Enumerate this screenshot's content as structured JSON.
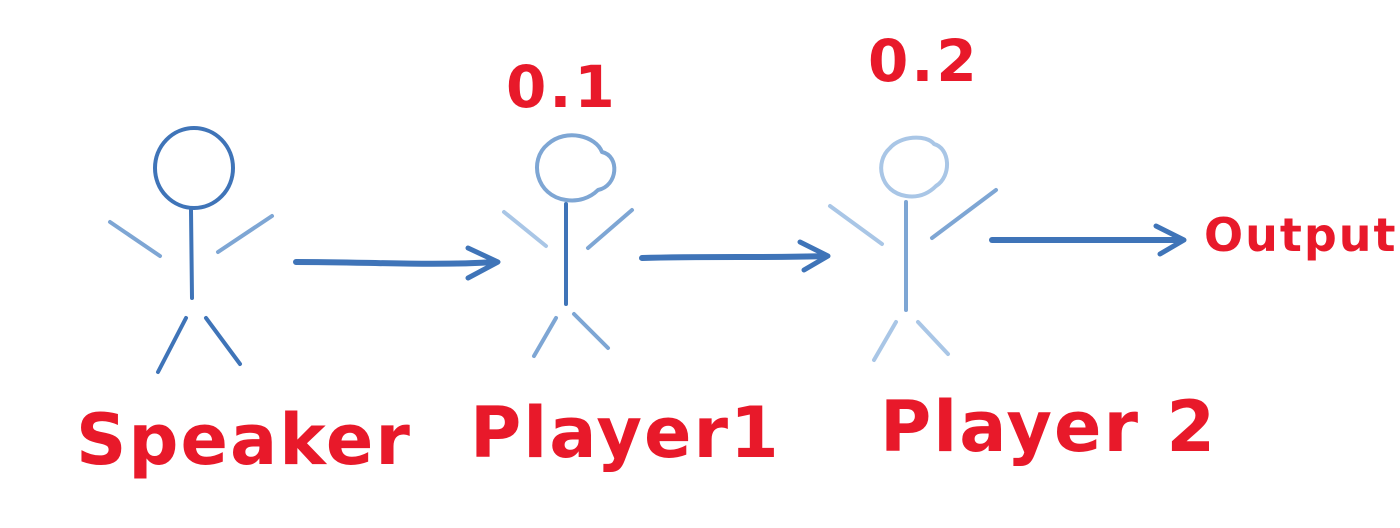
{
  "colors": {
    "ink_blue": "#3f74b8",
    "ink_blue_light": "#7ea6d4",
    "ink_blue_pale": "#a9c6e6",
    "ink_red": "#e8192a"
  },
  "nodes": [
    {
      "id": "speaker",
      "label": "Speaker",
      "probability": ""
    },
    {
      "id": "player1",
      "label": "Player1",
      "probability": "0.1"
    },
    {
      "id": "player2",
      "label": "Player 2",
      "probability": "0.2"
    }
  ],
  "output": {
    "label": "Output"
  },
  "edges": [
    {
      "from": "speaker",
      "to": "player1"
    },
    {
      "from": "player1",
      "to": "player2"
    },
    {
      "from": "player2",
      "to": "output"
    }
  ]
}
